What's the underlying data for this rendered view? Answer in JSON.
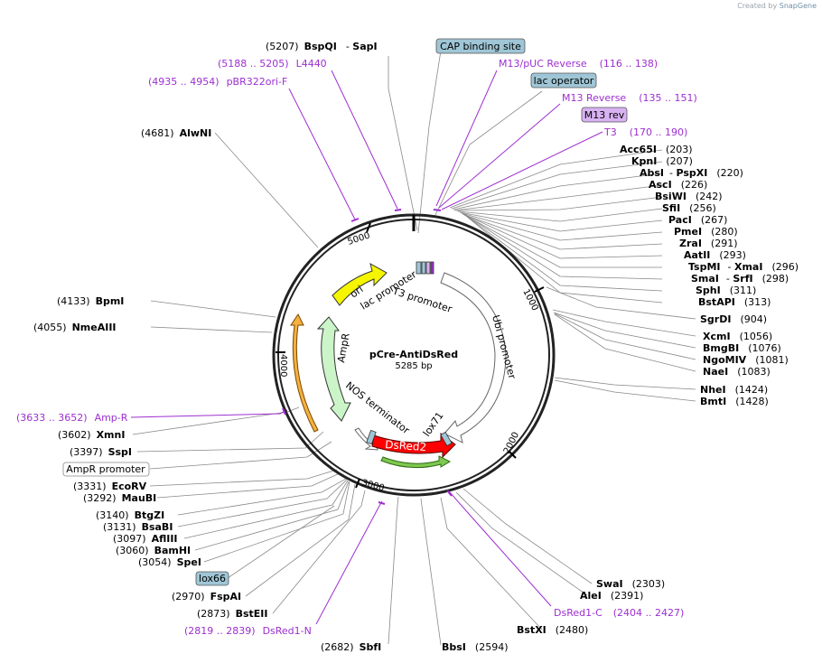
{
  "watermark": {
    "prefix": "Created by",
    "brand": "SnapGene"
  },
  "plasmid": {
    "name": "pCre-AntiDsRed",
    "size_label": "5285 bp",
    "length": 5285
  },
  "scale_ticks": [
    "1000",
    "2000",
    "3000",
    "4000",
    "5000"
  ],
  "colors": {
    "backbone": "#222222",
    "primer": "#9d2fd0",
    "ori": "#f5f500",
    "ampr_gene": "#cbf5c8",
    "promoter": "#ffffff",
    "dsred2": "#ff0000",
    "orange_feature": "#f5b041",
    "green_feature": "#7ec850",
    "boxed_feature": "#9fc6d6",
    "boxed_primer": "#d8b2f2"
  },
  "features_on_map": {
    "ori": "ori",
    "ampr": "AmpR",
    "lac_promoter": "lac promoter",
    "t3_promoter": "T3 promoter",
    "ubi_promoter": "Ubi promoter",
    "nos_terminator": "NOS terminator",
    "dsred2": "DsRed2",
    "lox71": "lox71"
  },
  "labels_left": [
    {
      "pos": "(5207)",
      "name": "BspQI",
      "extra": "SapI"
    },
    {
      "pos": "(4681)",
      "name": "AlwNI"
    },
    {
      "pos": "(4133)",
      "name": "BpmI"
    },
    {
      "pos": "(4055)",
      "name": "NmeAIII"
    },
    {
      "pos": "(3602)",
      "name": "XmnI"
    },
    {
      "pos": "(3397)",
      "name": "SspI"
    },
    {
      "pos": "(3331)",
      "name": "EcoRV"
    },
    {
      "pos": "(3292)",
      "name": "MauBI"
    },
    {
      "pos": "(3140)",
      "name": "BtgZI"
    },
    {
      "pos": "(3131)",
      "name": "BsaBI"
    },
    {
      "pos": "(3097)",
      "name": "AflIII"
    },
    {
      "pos": "(3060)",
      "name": "BamHI"
    },
    {
      "pos": "(3054)",
      "name": "SpeI"
    },
    {
      "pos": "(2970)",
      "name": "FspAI"
    },
    {
      "pos": "(2873)",
      "name": "BstEII"
    },
    {
      "pos": "(2682)",
      "name": "SbfI"
    }
  ],
  "primers_left": [
    {
      "range": "(5188 .. 5205)",
      "name": "L4440"
    },
    {
      "range": "(4935 .. 4954)",
      "name": "pBR322ori-F"
    },
    {
      "range": "(3633 .. 3652)",
      "name": "Amp-R"
    },
    {
      "range": "(2819 .. 2839)",
      "name": "DsRed1-N"
    }
  ],
  "boxes_left": {
    "ampr_promoter": "AmpR promoter",
    "lox66": "lox66"
  },
  "labels_right": [
    {
      "name": "Acc65I",
      "pos": "(203)"
    },
    {
      "name": "KpnI",
      "pos": "(207)"
    },
    {
      "name": "AbsI",
      "extra": "PspXI",
      "pos": "(220)"
    },
    {
      "name": "AscI",
      "pos": "(226)"
    },
    {
      "name": "BsiWI",
      "pos": "(242)"
    },
    {
      "name": "SfiI",
      "pos": "(256)"
    },
    {
      "name": "PacI",
      "pos": "(267)"
    },
    {
      "name": "PmeI",
      "pos": "(280)"
    },
    {
      "name": "ZraI",
      "pos": "(291)"
    },
    {
      "name": "AatII",
      "pos": "(293)"
    },
    {
      "name": "TspMI",
      "extra": "XmaI",
      "pos": "(296)"
    },
    {
      "name": "SmaI",
      "extra": "SrfI",
      "pos": "(298)"
    },
    {
      "name": "SphI",
      "pos": "(311)"
    },
    {
      "name": "BstAPI",
      "pos": "(313)"
    },
    {
      "name": "SgrDI",
      "pos": "(904)"
    },
    {
      "name": "XcmI",
      "pos": "(1056)"
    },
    {
      "name": "BmgBI",
      "pos": "(1076)"
    },
    {
      "name": "NgoMIV",
      "pos": "(1081)"
    },
    {
      "name": "NaeI",
      "pos": "(1083)"
    },
    {
      "name": "NheI",
      "pos": "(1424)"
    },
    {
      "name": "BmtI",
      "pos": "(1428)"
    },
    {
      "name": "SwaI",
      "pos": "(2303)"
    },
    {
      "name": "AleI",
      "pos": "(2391)"
    },
    {
      "name": "BstXI",
      "pos": "(2480)"
    },
    {
      "name": "BbsI",
      "pos": "(2594)"
    }
  ],
  "primers_right": [
    {
      "name": "M13/pUC Reverse",
      "range": "(116 .. 138)"
    },
    {
      "name": "M13 Reverse",
      "range": "(135 .. 151)"
    },
    {
      "name": "T3",
      "range": "(170 .. 190)"
    },
    {
      "name": "DsRed1-C",
      "range": "(2404 .. 2427)"
    }
  ],
  "boxes_top": {
    "cap_binding_site": "CAP binding site",
    "lac_operator": "lac operator",
    "m13_rev": "M13 rev"
  }
}
